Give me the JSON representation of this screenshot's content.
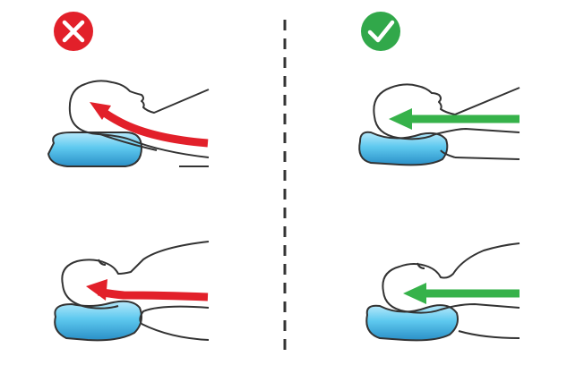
{
  "verdicts": {
    "wrong": {
      "icon": "x-cross-icon",
      "color": "#e2202a"
    },
    "right": {
      "icon": "checkmark-icon",
      "color": "#31a84a"
    }
  },
  "colors": {
    "background": "#ffffff",
    "outline": "#333333",
    "pillow_fill": "#5ec9ef",
    "pillow_dark": "#2a8fc7",
    "pillow_light": "#b7e9fb",
    "divider": "#333333",
    "wrong_arrow": "#e2202a",
    "right_arrow": "#36b24a"
  },
  "panels": [
    {
      "position": "top-left",
      "pillow": "flat-oval",
      "spine": "bent",
      "verdict": "wrong"
    },
    {
      "position": "top-right",
      "pillow": "contoured",
      "spine": "straight",
      "verdict": "right"
    },
    {
      "position": "bottom-left",
      "pillow": "tall-curved",
      "spine": "bent",
      "verdict": "wrong"
    },
    {
      "position": "bottom-right",
      "pillow": "contoured",
      "spine": "straight",
      "verdict": "right"
    }
  ]
}
